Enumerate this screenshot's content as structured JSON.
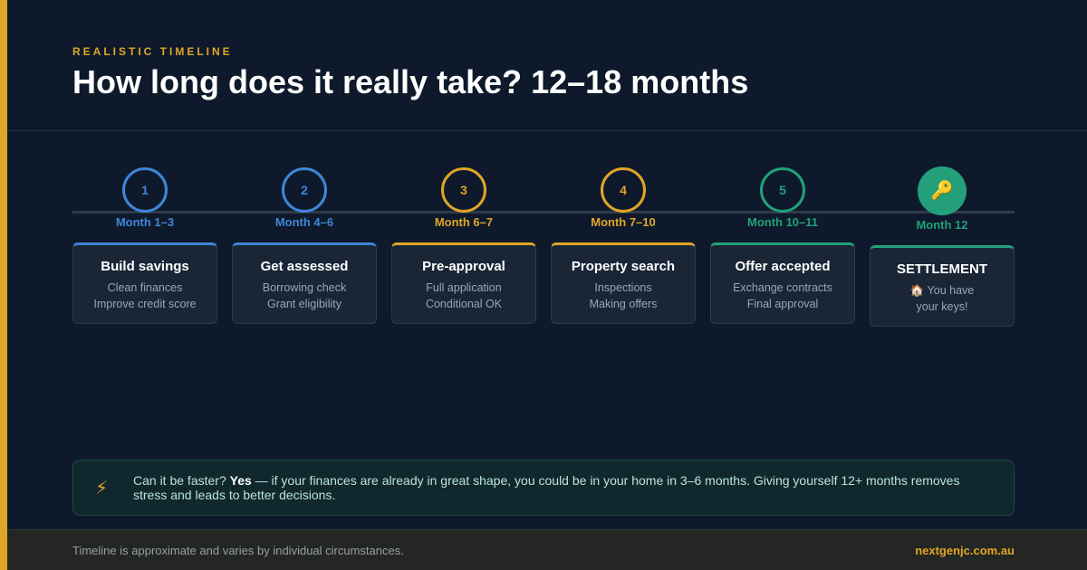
{
  "header": {
    "eyebrow": "REALISTIC TIMELINE",
    "title": "How long does it really take? 12–18 months"
  },
  "colors": {
    "blue": "#3f86d8",
    "gold": "#e0a526",
    "green": "#23a079",
    "background": "#0e1a2b"
  },
  "steps": [
    {
      "marker": "1",
      "month": "Month 1–3",
      "title": "Build savings",
      "lines": [
        "Clean finances",
        "Improve credit score"
      ],
      "color": "blue"
    },
    {
      "marker": "2",
      "month": "Month 4–6",
      "title": "Get assessed",
      "lines": [
        "Borrowing check",
        "Grant eligibility"
      ],
      "color": "blue"
    },
    {
      "marker": "3",
      "month": "Month 6–7",
      "title": "Pre-approval",
      "lines": [
        "Full application",
        "Conditional OK"
      ],
      "color": "gold"
    },
    {
      "marker": "4",
      "month": "Month 7–10",
      "title": "Property search",
      "lines": [
        "Inspections",
        "Making offers"
      ],
      "color": "gold"
    },
    {
      "marker": "5",
      "month": "Month 10–11",
      "title": "Offer accepted",
      "lines": [
        "Exchange contracts",
        "Final approval"
      ],
      "color": "green"
    },
    {
      "marker": "key-icon",
      "month": "Month 12",
      "title": "SETTLEMENT",
      "lines": [
        "🏠 You have",
        "your keys!"
      ],
      "color": "green"
    }
  ],
  "callout": {
    "icon": "lightning-icon",
    "lead": "Can it be faster? ",
    "emphasis": "Yes",
    "text": " — if your finances are already in great shape, you could be in your home in 3–6 months. Giving yourself 12+ months removes stress and leads to better decisions."
  },
  "footer": {
    "note": "Timeline is approximate and varies by individual circumstances.",
    "site": "nextgenjc.com.au"
  }
}
